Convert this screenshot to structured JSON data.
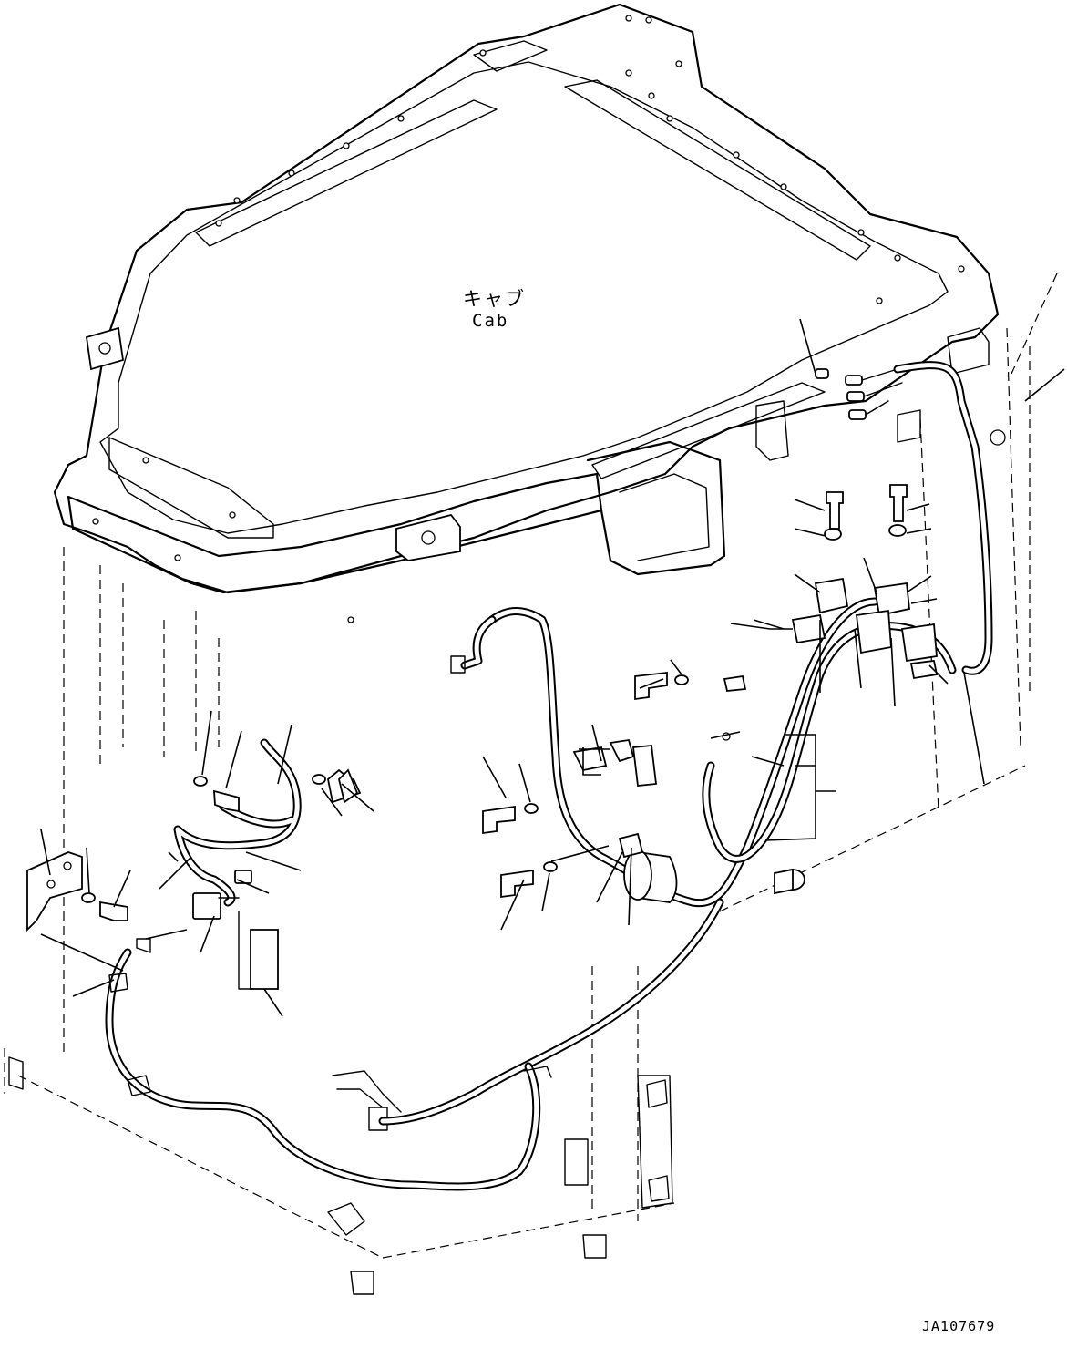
{
  "diagram": {
    "labels": {
      "cab_japanese": "キャブ",
      "cab_english": "Cab",
      "drawing_number": "JA107679"
    }
  }
}
